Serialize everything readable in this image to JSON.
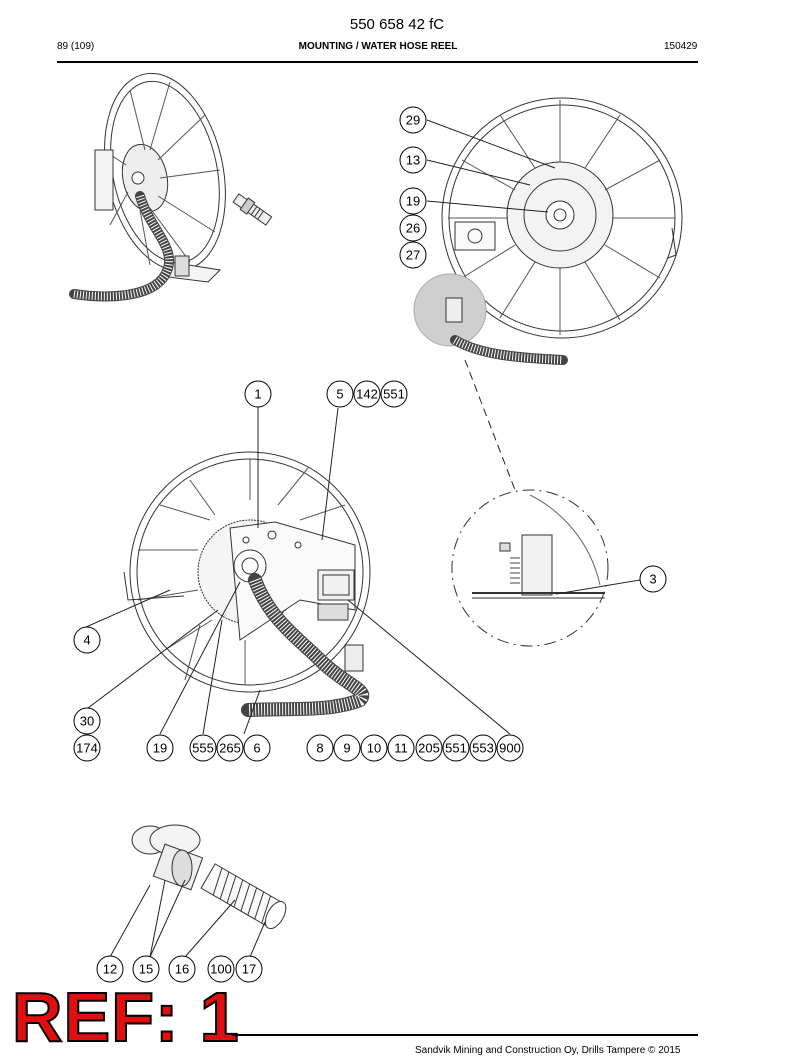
{
  "header": {
    "doc_number": "550 658 42 fC",
    "page": "89 (109)",
    "title": "MOUNTING / WATER HOSE REEL",
    "code": "150429"
  },
  "callouts": {
    "top_right": [
      "29",
      "13",
      "19",
      "26",
      "27"
    ],
    "middle_top": [
      "1",
      "5",
      "142",
      "551"
    ],
    "detail": [
      "3"
    ],
    "left": [
      "4",
      "30"
    ],
    "bottom_row": [
      "174",
      "19",
      "555",
      "265",
      "6",
      "8",
      "9",
      "10",
      "11",
      "205",
      "551",
      "553",
      "900"
    ],
    "coupling": [
      "12",
      "15",
      "16",
      "100",
      "17"
    ]
  },
  "stamp": "REF: 1",
  "footer": {
    "text": "Sandvik Mining and Construction Oy, Drills Tampere © 2015"
  }
}
